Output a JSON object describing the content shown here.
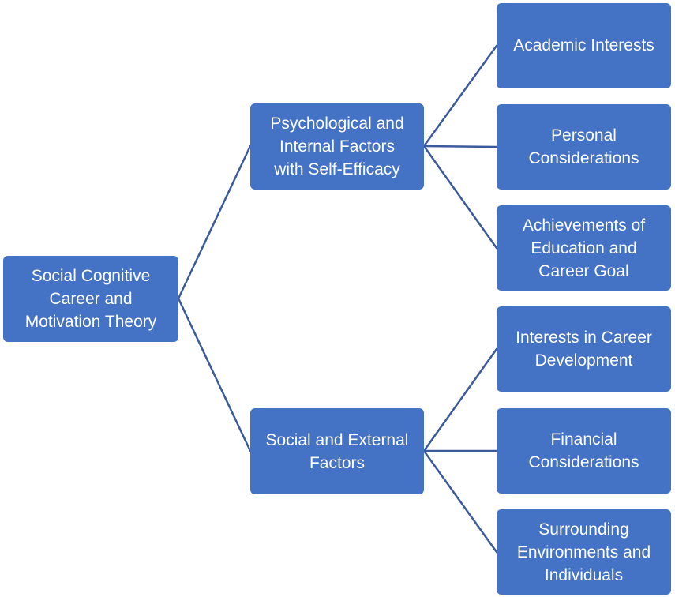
{
  "theme": {
    "node_fill": "#4472c4",
    "connector_color": "#3b5a9a"
  },
  "diagram": {
    "root": {
      "label": "Social Cognitive\nCareer and\nMotivation Theory"
    },
    "branch_psych": {
      "label": "Psychological and\nInternal Factors\nwith Self-Efficacy",
      "children": [
        {
          "label": "Academic Interests"
        },
        {
          "label": "Personal\nConsiderations"
        },
        {
          "label": "Achievements of\nEducation and\nCareer Goal"
        }
      ]
    },
    "branch_social": {
      "label": "Social and External\nFactors",
      "children": [
        {
          "label": "Interests in Career\nDevelopment"
        },
        {
          "label": "Financial\nConsiderations"
        },
        {
          "label": "Surrounding\nEnvironments and\nIndividuals"
        }
      ]
    }
  }
}
